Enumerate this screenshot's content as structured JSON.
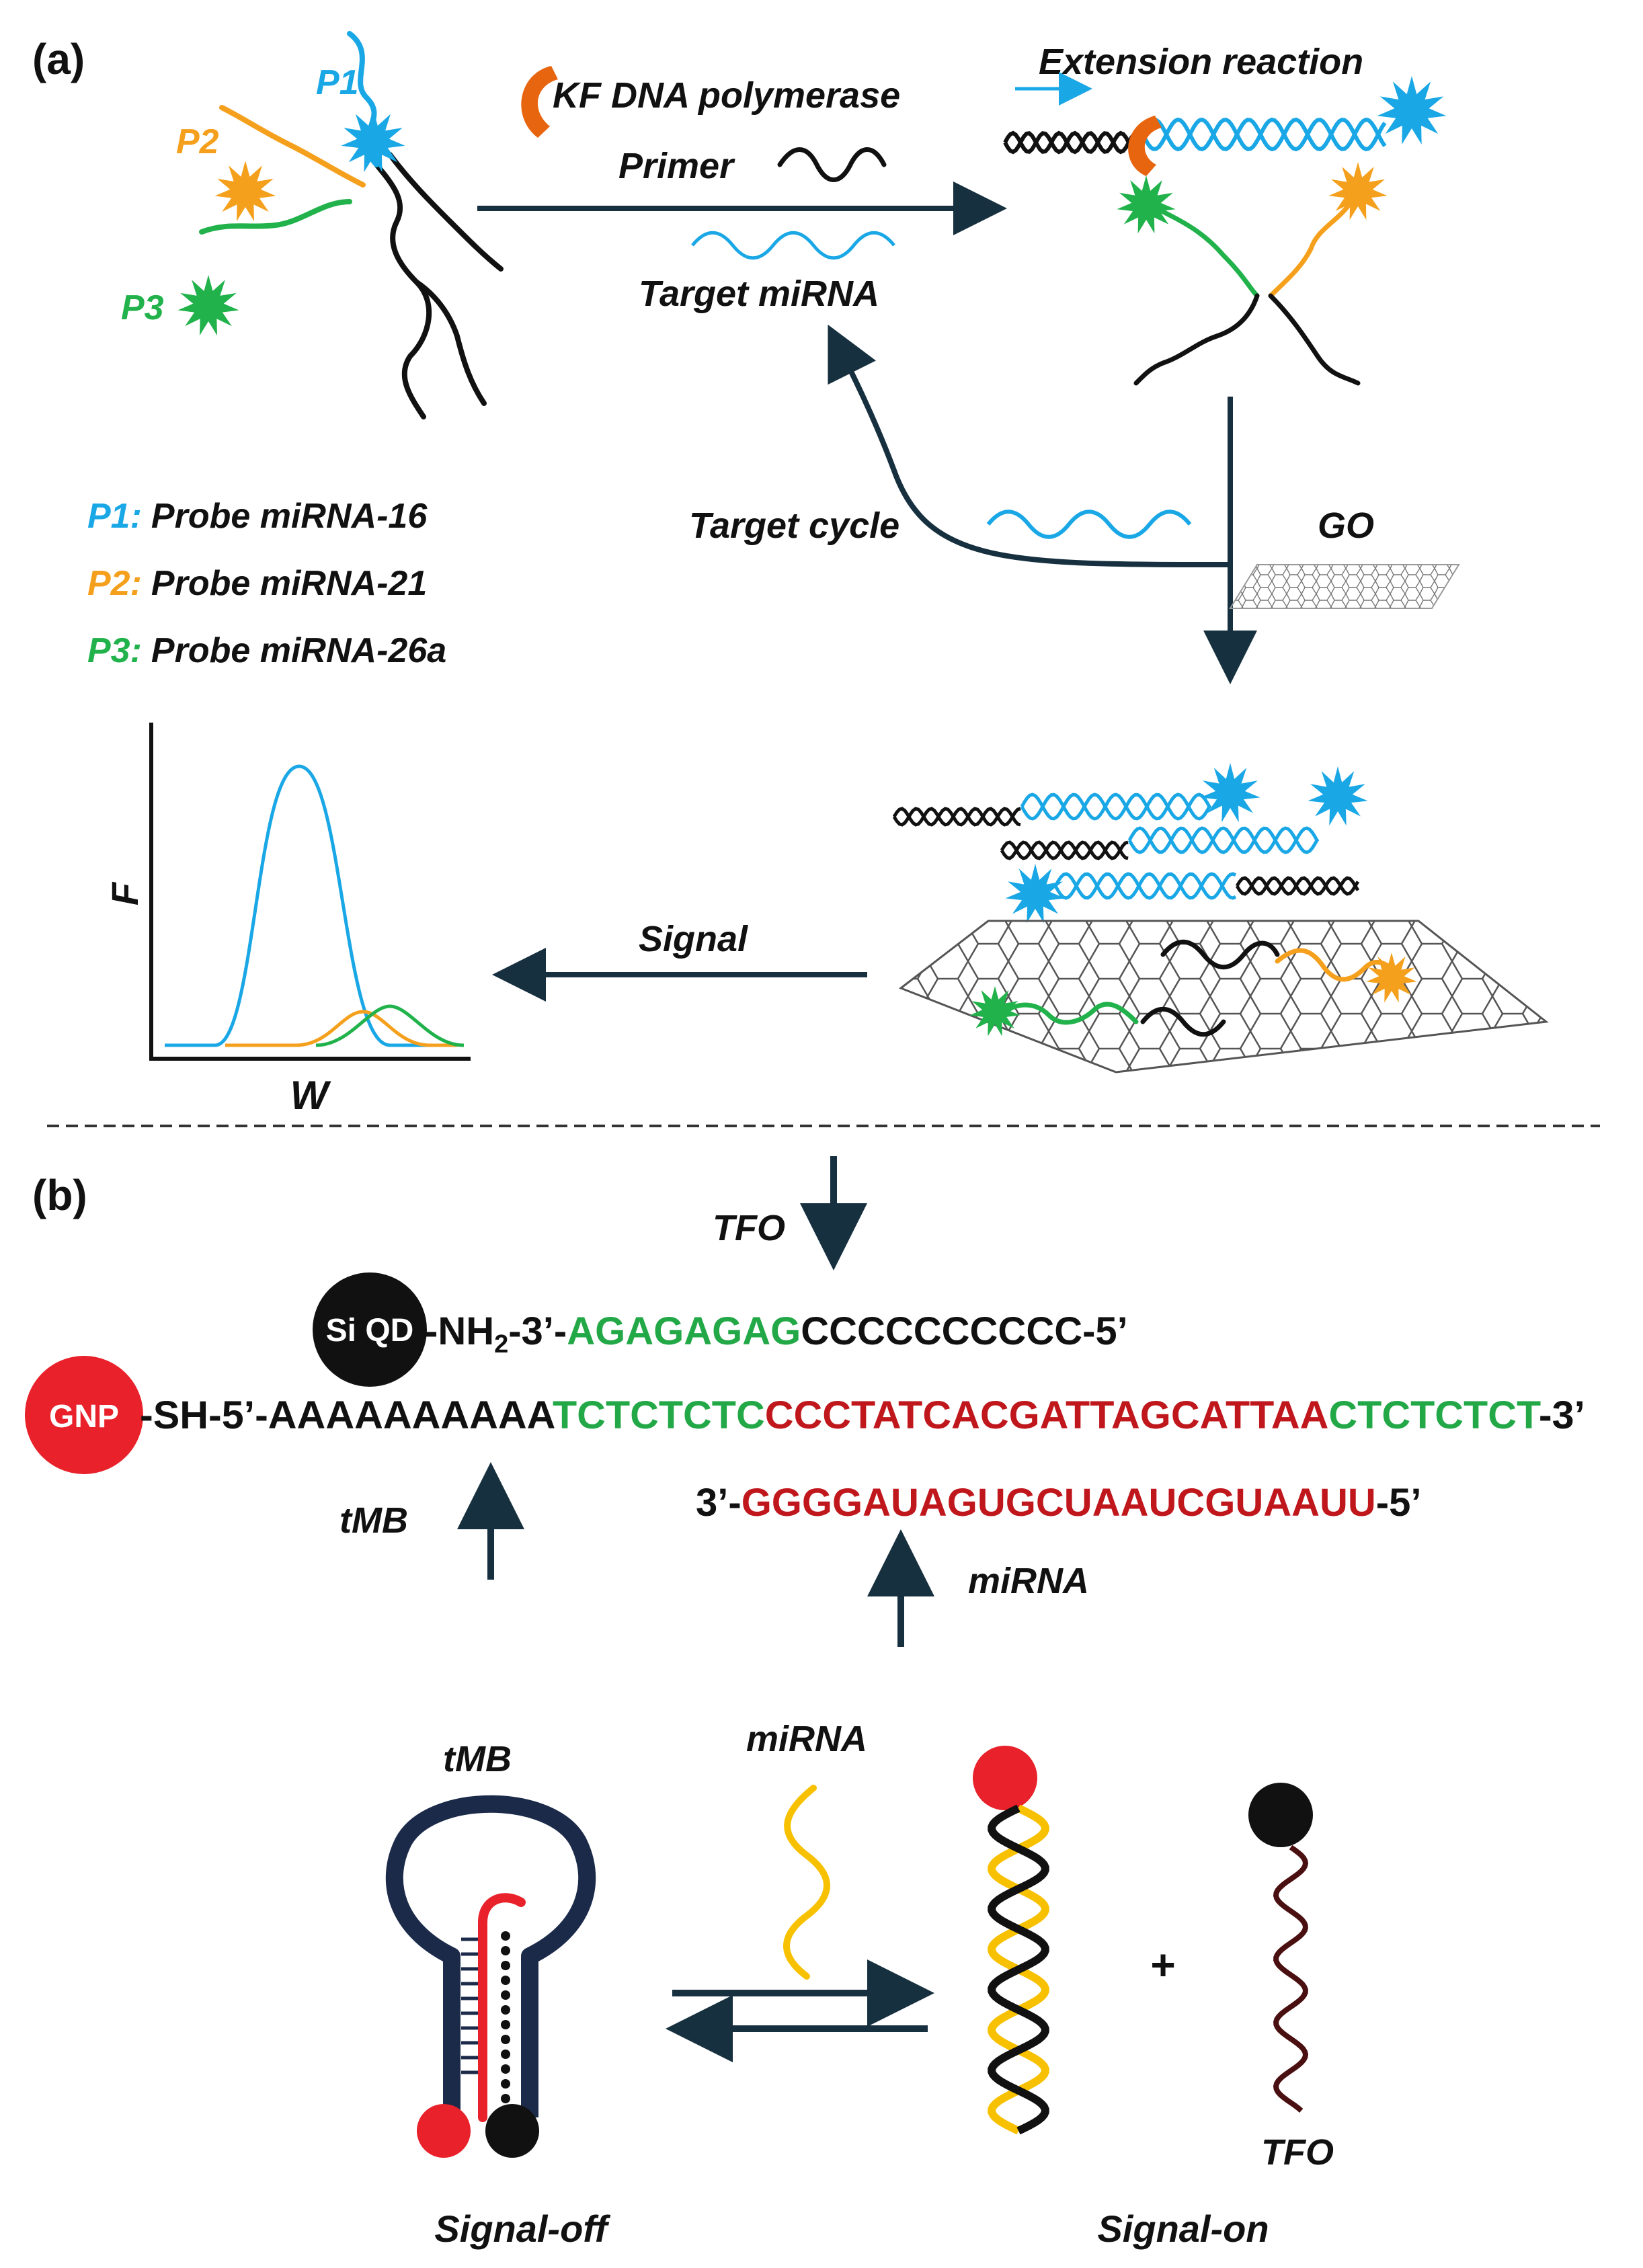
{
  "colors": {
    "blue": "#1aa7e6",
    "orange": "#f5a01c",
    "green": "#21b24b",
    "black": "#111111",
    "red": "#c0171c",
    "seq_green": "#22a847",
    "gnp_red": "#e8212a",
    "yellow": "#f7c100",
    "arrow": "#17303f",
    "navy": "#1c2a4a",
    "polymerase": "#e8650f"
  },
  "panel_a": {
    "label": "(a)",
    "probes": {
      "p1": "P1",
      "p2": "P2",
      "p3": "P3"
    },
    "enzyme_label": "KF DNA polymerase",
    "primer_label": "Primer",
    "target_label": "Target miRNA",
    "extension_label": "Extension reaction",
    "cycle_label": "Target cycle",
    "go_label": "GO",
    "signal_label": "Signal",
    "legend": [
      {
        "key": "P1:",
        "text": "Probe miRNA-16"
      },
      {
        "key": "P2:",
        "text": "Probe miRNA-21"
      },
      {
        "key": "P3:",
        "text": "Probe miRNA-26a"
      }
    ],
    "plot": {
      "ylabel": "F",
      "xlabel": "W"
    }
  },
  "panel_b": {
    "label": "(b)",
    "tfo_label": "TFO",
    "siqd_label": "Si QD",
    "seq1": {
      "prefix": "-NH",
      "sub": "2",
      "mid": "-3’-",
      "green": "AGAGAGAG",
      "rest": "CCCCCCCCCC-5’"
    },
    "gnp_label": "GNP",
    "seq2": {
      "prefix": "-SH-5’-AAAAAAAAAA",
      "green1": "TCTCTCTC",
      "red": "CCCTATCACGATTAGCATTAA",
      "green2": "CTCTCTCT",
      "suffix": "-3’"
    },
    "seq3": {
      "prefix": "3’-",
      "red": "GGGGAUAGUGCUAAUCGUAAUU",
      "suffix": "-5’"
    },
    "tmb_label": "tMB",
    "mirna_label": "miRNA",
    "tmb_label2": "tMB",
    "mirna_label2": "miRNA",
    "plus": "+",
    "tfo_label2": "TFO",
    "signal_off": "Signal-off",
    "signal_on": "Signal-on"
  }
}
